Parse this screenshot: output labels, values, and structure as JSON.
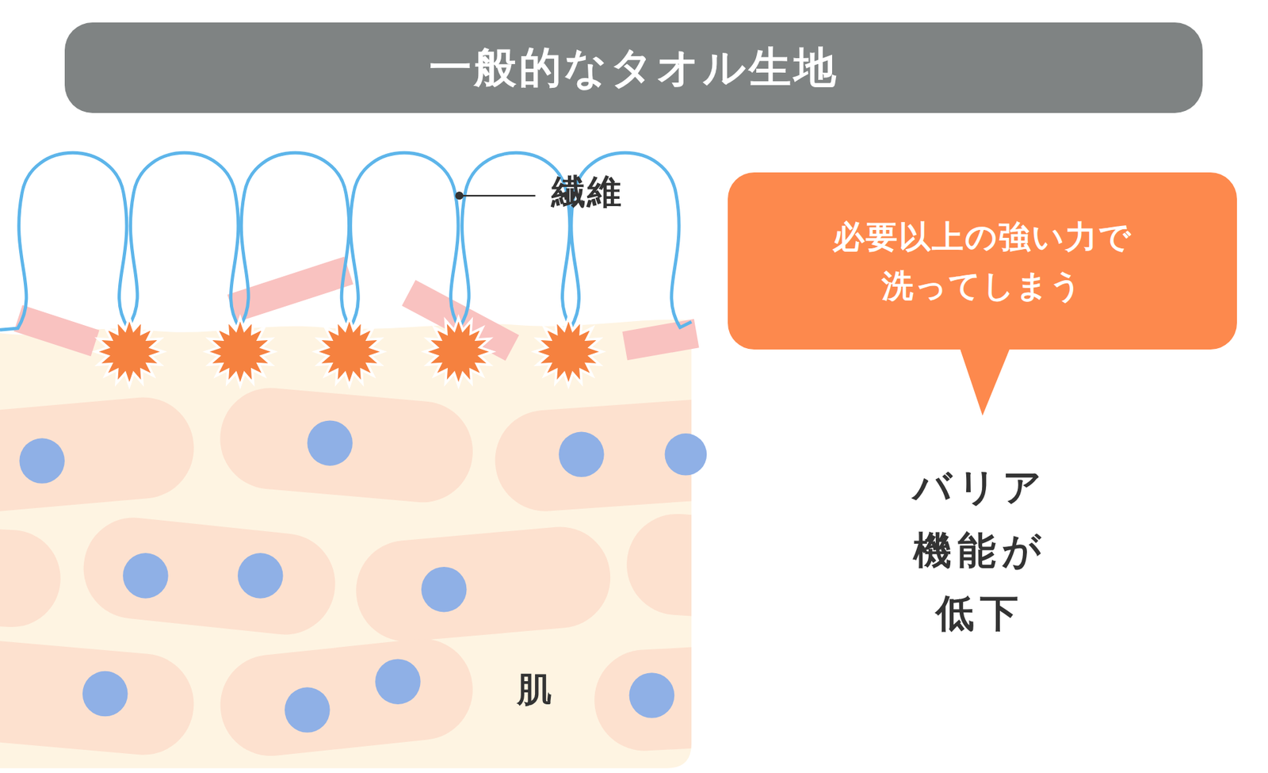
{
  "diagram": {
    "title": "一般的なタオル生地",
    "nodes": [
      {
        "text": [
          "必要以上の強い力で 洗ってしまう"
        ]
      }
    ],
    "labels": [
      "繊維",
      "肌",
      "バリア 機能が 低下"
    ]
  }
}
